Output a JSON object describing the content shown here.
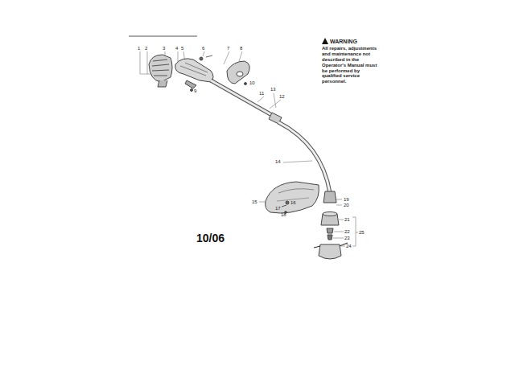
{
  "diagram": {
    "labels": [
      "1",
      "2",
      "3",
      "4",
      "5",
      "6",
      "7",
      "8",
      "9",
      "10",
      "11",
      "12",
      "13",
      "14",
      "15",
      "16",
      "17",
      "18",
      "19",
      "20",
      "21",
      "22",
      "23",
      "24",
      "25",
      "WARNING",
      "All repairs, adjustments and maintenance not described in the Operator's Manual must be performed by qualified service personnel.",
      "10/06"
    ]
  }
}
